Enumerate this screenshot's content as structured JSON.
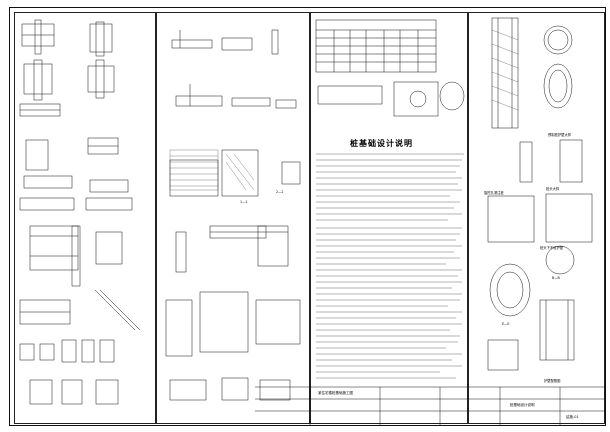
{
  "document": {
    "sheet_type": "structural-drawing",
    "notes_title": "桩基础设计说明",
    "captions": {
      "pile_reinf_1": "预制桩护壁大样",
      "pile_reinf_2": "旋挖孔灌注桩",
      "col_a": "桩头大样",
      "col_b": "护壁配筋图",
      "section_ee": "E—E",
      "section_bb": "B—B",
      "section_11": "1—1",
      "section_22": "2—2",
      "note_bottom_right": "桩头下不设护壁"
    },
    "title_block": {
      "project": "某住宅楼桩基础施工图",
      "drawing": "桩基础设计说明",
      "sheet_no": "结施-01"
    }
  }
}
